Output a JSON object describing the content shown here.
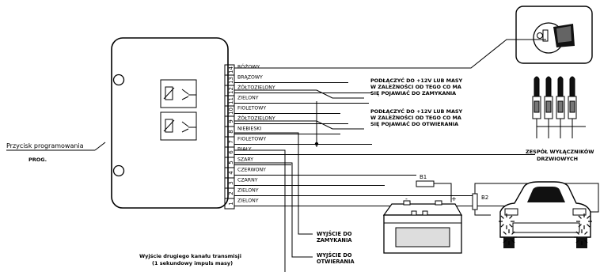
{
  "wires": [
    {
      "pin": "14",
      "label": "RÓŻOWY"
    },
    {
      "pin": "13",
      "label": "BRĄZOWY"
    },
    {
      "pin": "12",
      "label": "ŻÓŁTOZIELONY"
    },
    {
      "pin": "11",
      "label": "ZIELONY"
    },
    {
      "pin": "10",
      "label": "FIOLETOWY"
    },
    {
      "pin": "9",
      "label": "ŻÓŁTOZIELONY"
    },
    {
      "pin": "8",
      "label": "NIEBIESKI"
    },
    {
      "pin": "7",
      "label": "FIOLETOWY"
    },
    {
      "pin": "6",
      "label": "BIAŁY"
    },
    {
      "pin": "5",
      "label": "SZARY"
    },
    {
      "pin": "4",
      "label": "CZERWONY"
    },
    {
      "pin": "3",
      "label": "CZARNY"
    },
    {
      "pin": "2",
      "label": "ZIELONY"
    },
    {
      "pin": "1",
      "label": "ZIELONY"
    }
  ],
  "notes": {
    "locking": [
      "PODŁĄCZYĆ DO +12V LUB MASY",
      "W ZALEŻNOŚCI OD TEGO CO MA",
      "SIĘ POJAWIAĆ DO ZAMYKANIA"
    ],
    "unlocking": [
      "PODŁĄCZYĆ DO +12V LUB MASY",
      "W ZALEŻNOŚCI OD TEGO CO MA",
      "SIĘ POJAWIAĆ DO OTWIERANIA"
    ]
  },
  "door_switches": [
    "ZESPÓŁ WYŁĄCZNIKÓW",
    "DRZWIOWYCH"
  ],
  "programming": {
    "label": "Przycisk programowania",
    "button": "PROG."
  },
  "outputs": {
    "lock": [
      "WYJŚCIE DO",
      "ZAMYKANIA"
    ],
    "unlock": [
      "WYJŚCIE DO",
      "OTWIERANIA"
    ]
  },
  "second_channel": [
    "Wyjście drugiego kanału transmisji",
    "(1 sekundowy impuls masy)"
  ],
  "fuses": {
    "b1": "B1",
    "b2": "B2"
  },
  "battery": {
    "minus": "-",
    "plus": "+"
  }
}
